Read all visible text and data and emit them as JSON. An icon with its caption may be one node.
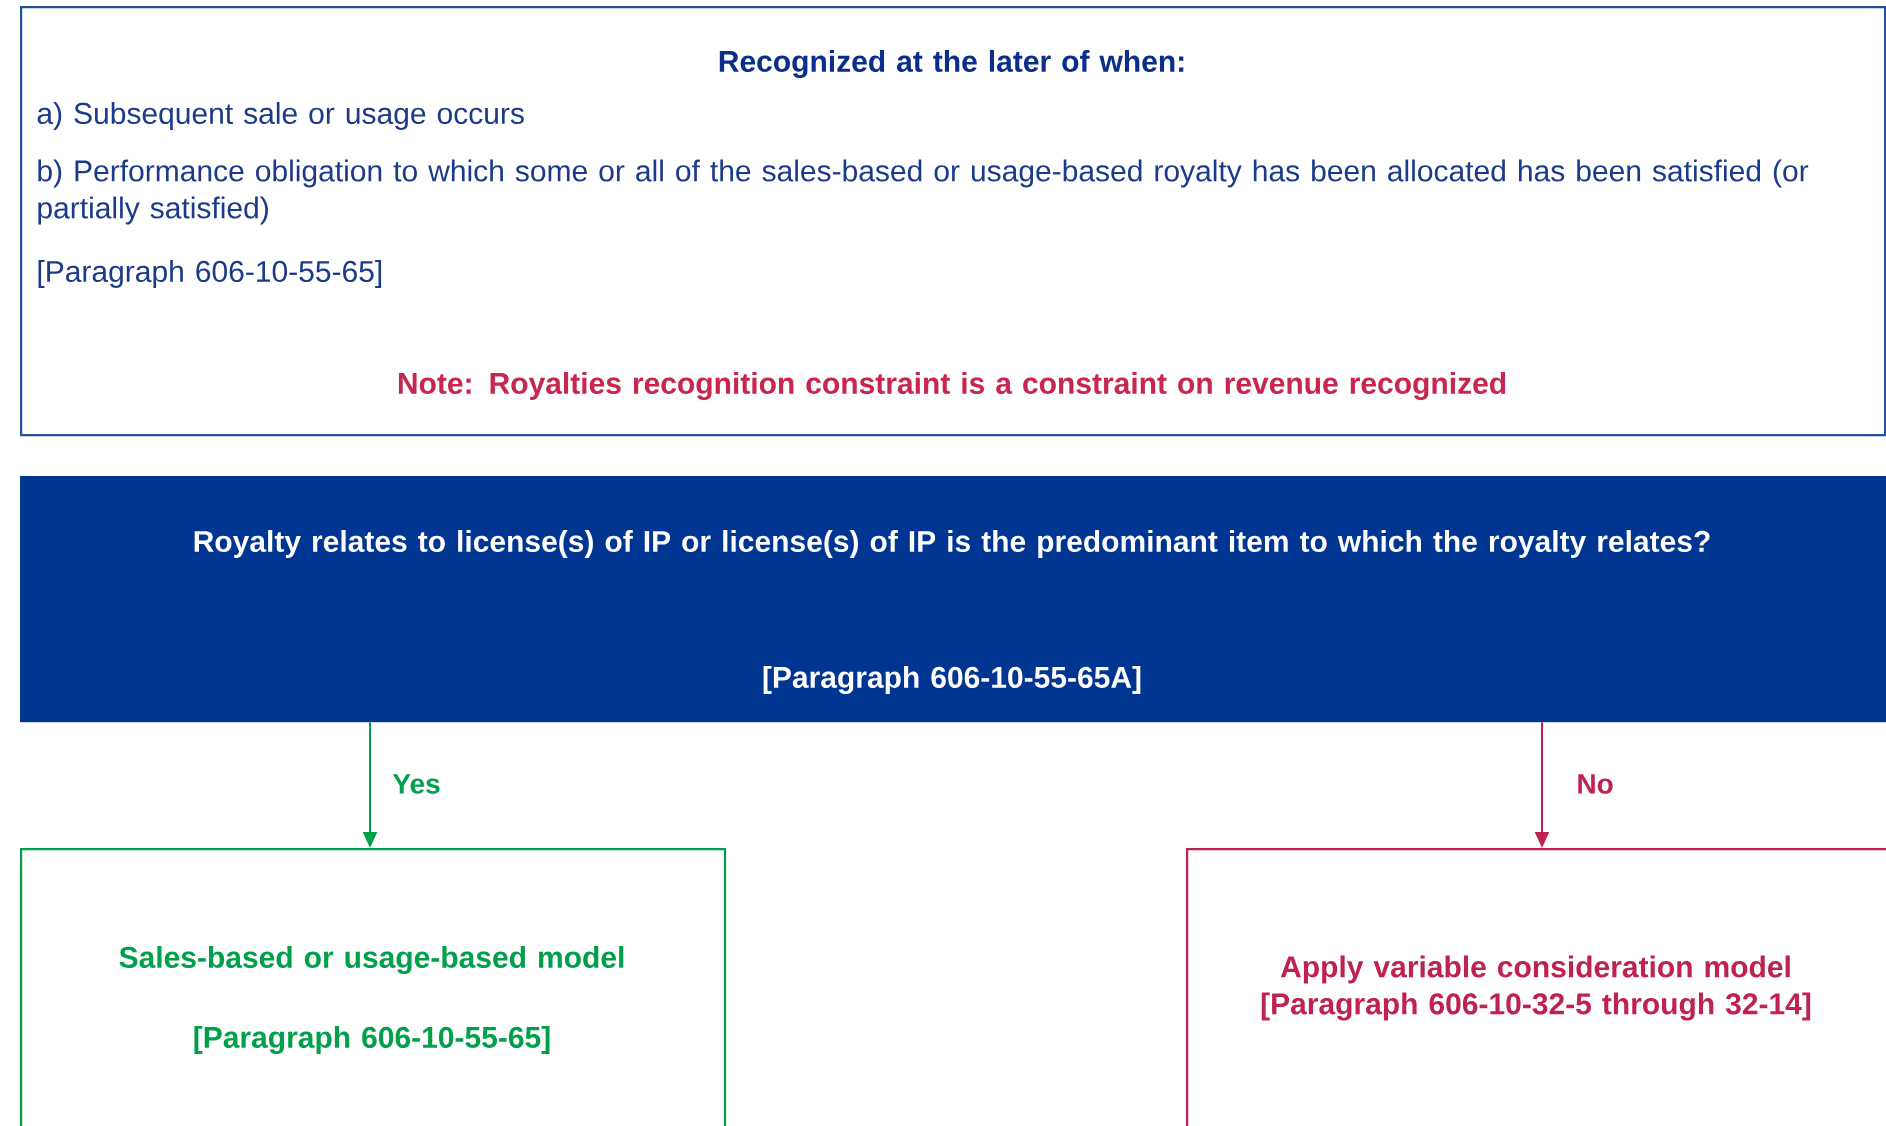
{
  "diagram": {
    "nodes": [
      {
        "text": [
          "Recognized at the later of when:",
          "a) Subsequent sale or usage occurs",
          "b) Performance obligation to which some or all of the sales-based or usage-based royalty has been allocated has been satisfied (or partially satisfied)",
          "[Paragraph 606-10-55-65]",
          "Note: Royalties recognition constraint is a constraint on revenue recognized"
        ]
      },
      {
        "text": [
          "Royalty relates to license(s) of IP or license(s) of IP is the predominant item to which the royalty relates?",
          "[Paragraph 606-10-55-65A]"
        ]
      },
      {
        "text": [
          "Sales-based or usage-based model",
          "[Paragraph 606-10-55-65]"
        ]
      },
      {
        "text": [
          "Apply variable consideration model [Paragraph 606-10-32-5 through 32-14]"
        ]
      }
    ],
    "edges": [
      {
        "from": 1,
        "to": 2,
        "arrow": "to",
        "label": "Yes",
        "color": "#00a04b"
      },
      {
        "from": 1,
        "to": 3,
        "arrow": "to",
        "label": "No",
        "color": "#c0224f"
      }
    ]
  }
}
